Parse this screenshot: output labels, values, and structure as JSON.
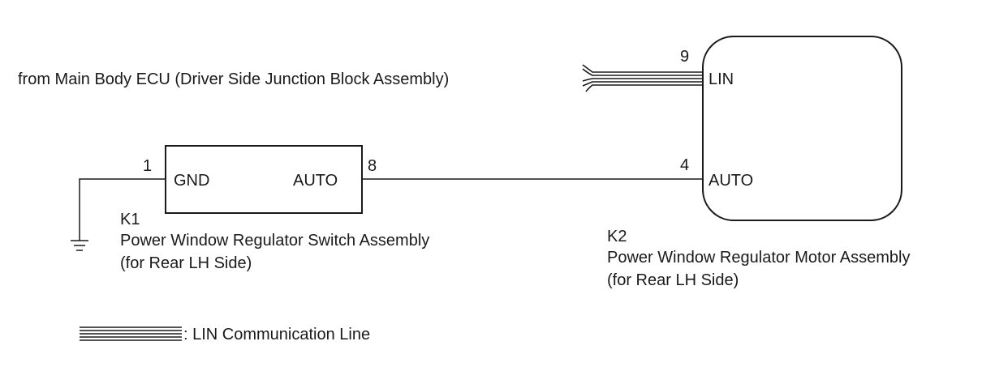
{
  "source_label": "from Main Body ECU (Driver Side Junction Block Assembly)",
  "k1": {
    "code": "K1",
    "name": "Power Window Regulator Switch Assembly",
    "side": "(for Rear LH Side)",
    "pin_gnd_number": "1",
    "pin_gnd_label": "GND",
    "pin_auto_number": "8",
    "pin_auto_label": "AUTO"
  },
  "k2": {
    "code": "K2",
    "name": "Power Window Regulator Motor Assembly",
    "side": "(for Rear LH Side)",
    "pin_lin_number": "9",
    "pin_lin_label": "LIN",
    "pin_auto_number": "4",
    "pin_auto_label": "AUTO"
  },
  "legend": {
    "text": ": LIN Communication Line"
  }
}
